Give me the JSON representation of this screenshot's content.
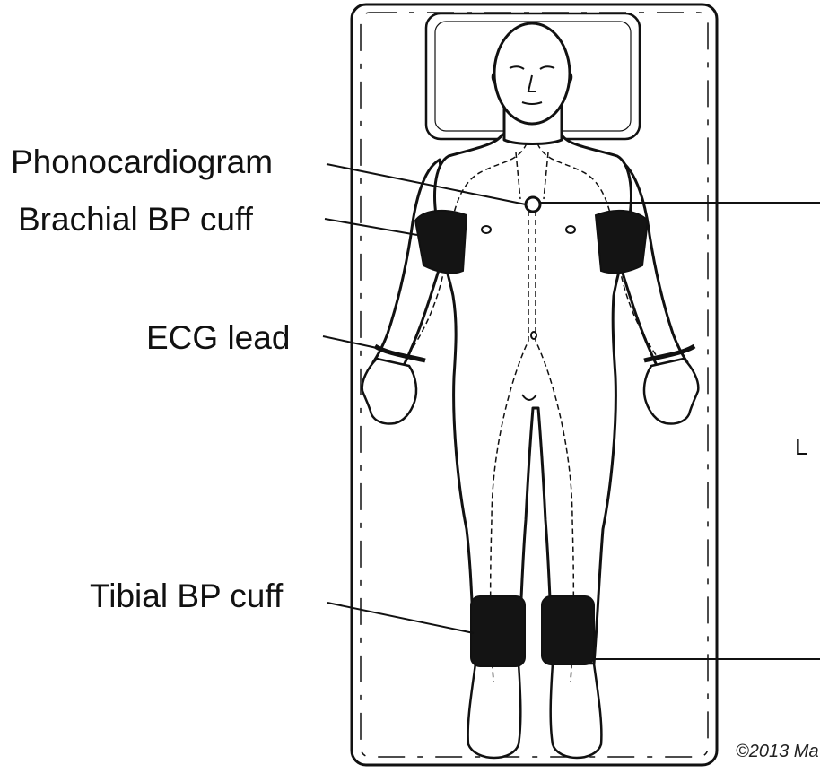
{
  "labels": {
    "phonocardiogram": "Phonocardiogram",
    "brachial_cuff": "Brachial BP cuff",
    "ecg_lead": "ECG lead",
    "tibial_cuff": "Tibial BP cuff",
    "side_marker": "L"
  },
  "copyright": "©2013 Ma",
  "colors": {
    "ink": "#111111",
    "cuff": "#141414",
    "background": "#ffffff"
  }
}
